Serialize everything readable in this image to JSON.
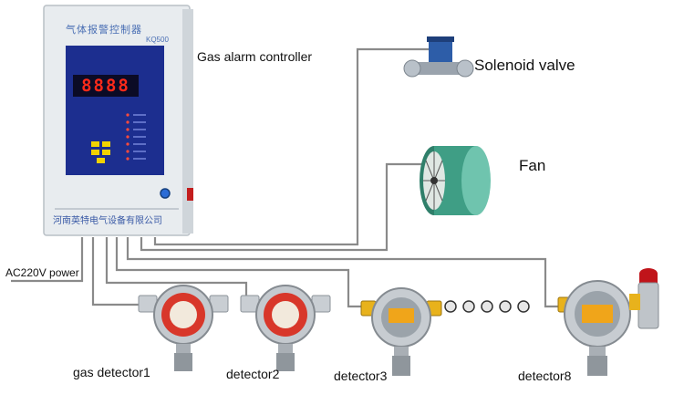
{
  "controller": {
    "label": "Gas alarm controller",
    "panel_title": "气体报警控制器",
    "model": "KQ500",
    "company": "河南英特电气设备有限公司",
    "display_value": "8888"
  },
  "devices": {
    "valve_label": "Solenoid valve",
    "fan_label": "Fan",
    "power_label": "AC220V power"
  },
  "detectors": [
    {
      "label": "gas detector1"
    },
    {
      "label": "detector2"
    },
    {
      "label": "detector3"
    },
    {
      "label": "detector8"
    }
  ],
  "colors": {
    "wire": "#8a8a8a",
    "panel": "#e8ecef",
    "screen": "#1c2e8f",
    "display": "#ff2a1a",
    "detector_red": "#d8372a",
    "detector_yellow": "#e8b21c",
    "fan_green": "#3f9e85",
    "valve_blue": "#2d5da8"
  }
}
